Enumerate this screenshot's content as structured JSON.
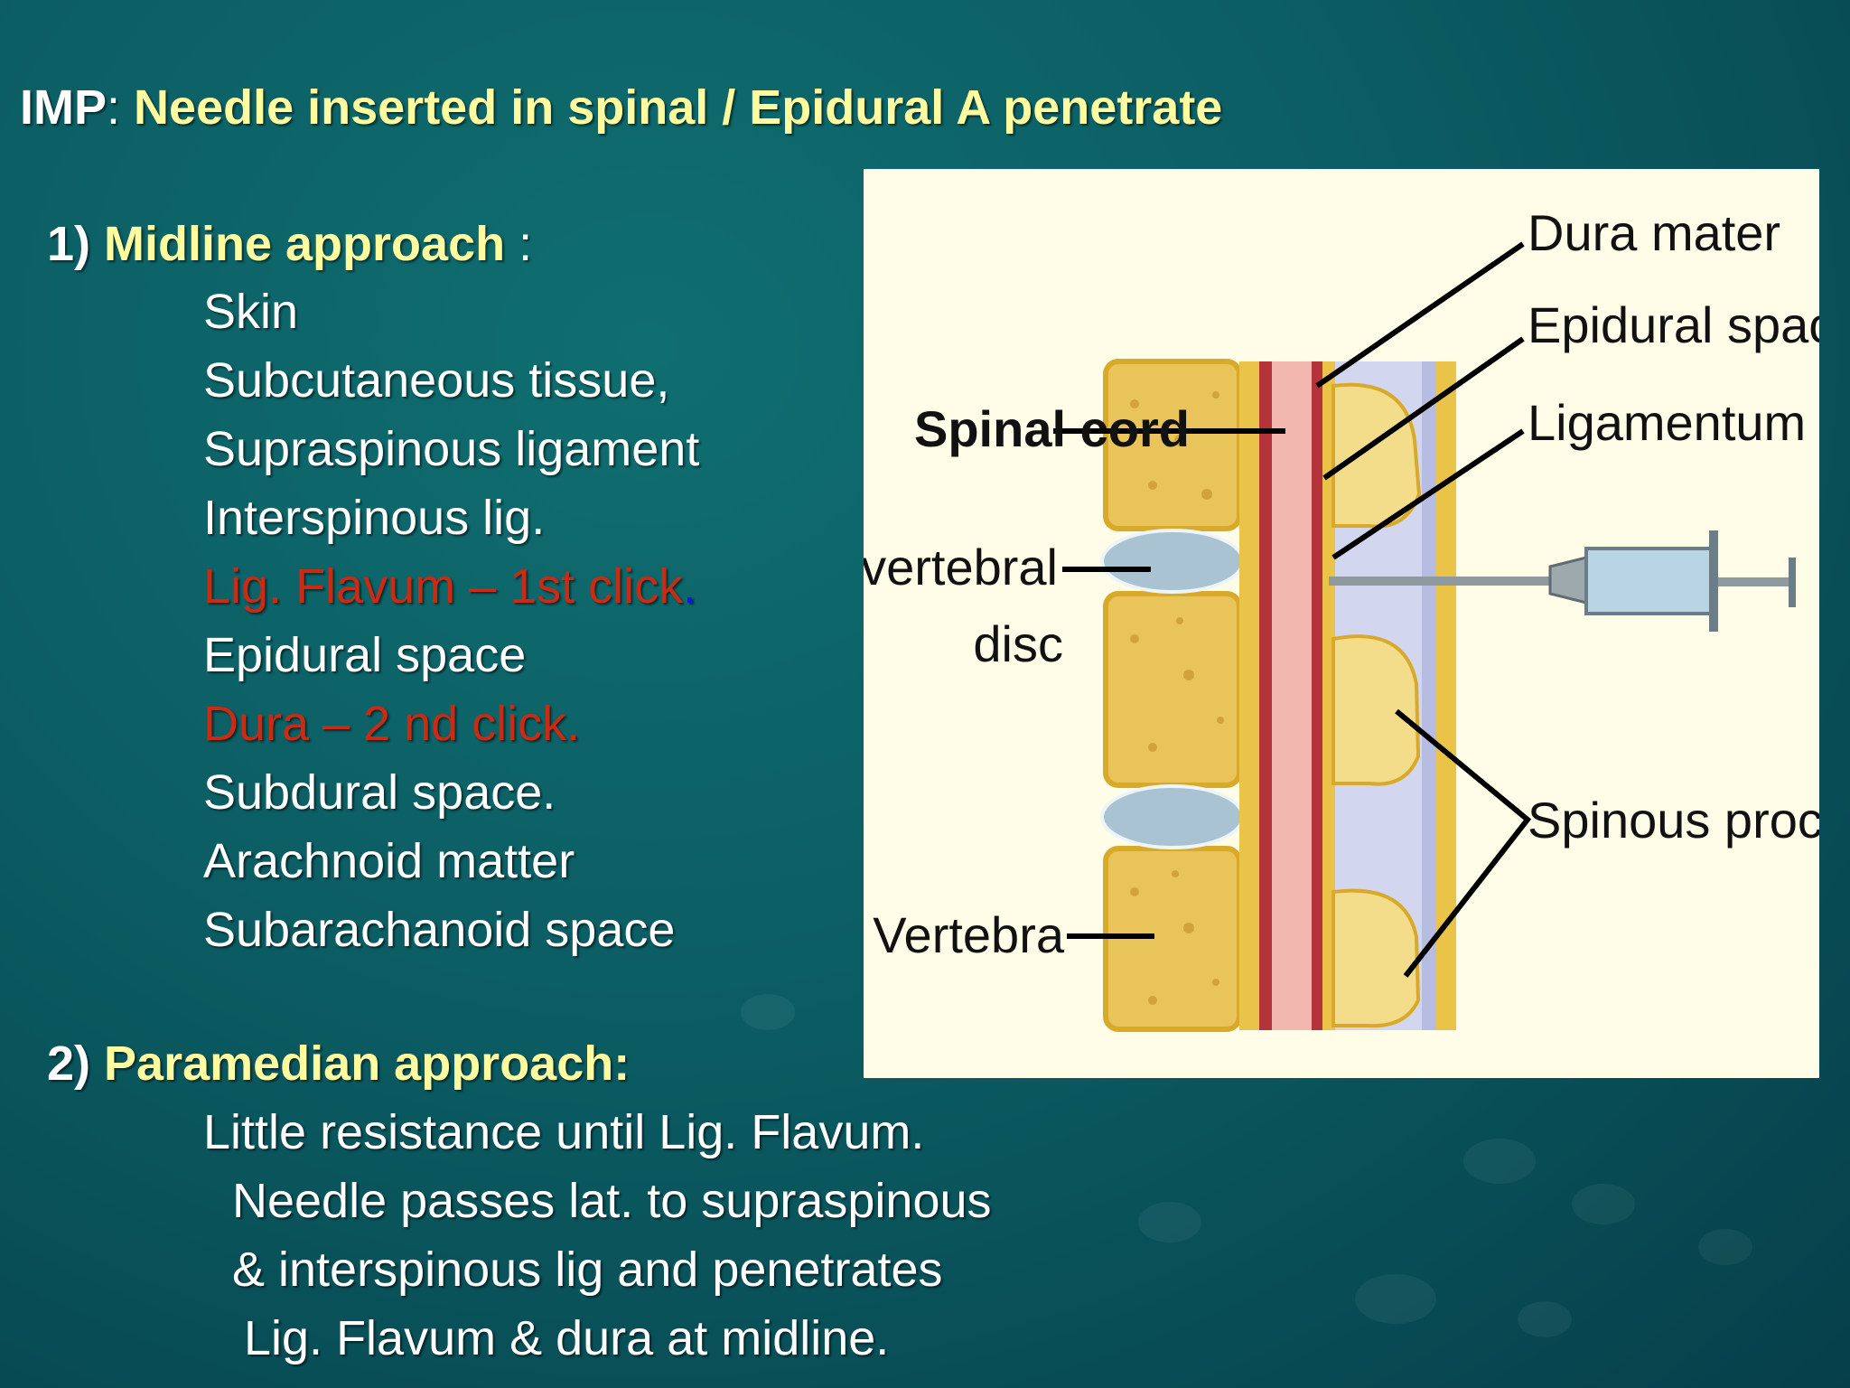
{
  "title": {
    "prefix": "IMP",
    "colon": ":",
    "text": "Needle inserted in spinal / Epidural A penetrate"
  },
  "midline": {
    "number": "1)",
    "heading": "Midline approach",
    "colon": ":",
    "layers": [
      "Skin",
      "Subcutaneous tissue,",
      "Supraspinous ligament",
      "Interspinous lig.",
      "Lig. Flavum – 1st click",
      "Epidural space",
      "Dura – 2 nd click.",
      "Subdural space.",
      "Arachnoid matter",
      "Subarachanoid space"
    ],
    "period": "."
  },
  "paramedian": {
    "number": "2)",
    "heading": "Paramedian approach:",
    "lines": [
      "Little resistance until Lig. Flavum.",
      "Needle passes lat. to supraspinous",
      "& interspinous lig  and penetrates",
      "Lig. Flavum  & dura at midline."
    ]
  },
  "diagram": {
    "labels": {
      "dura": "Dura mater",
      "epidural": "Epidural space",
      "flavum": "Ligamentum flavum",
      "cord": "Spinal cord",
      "disc1": "Intervertebral",
      "disc2": "disc",
      "spinous": "Spinous processes",
      "vertebra": "Vertebra"
    }
  },
  "colors": {
    "heading": "#fffca0",
    "text": "#ffffff",
    "highlight": "#cc2a12",
    "background": "#0b5d63"
  }
}
